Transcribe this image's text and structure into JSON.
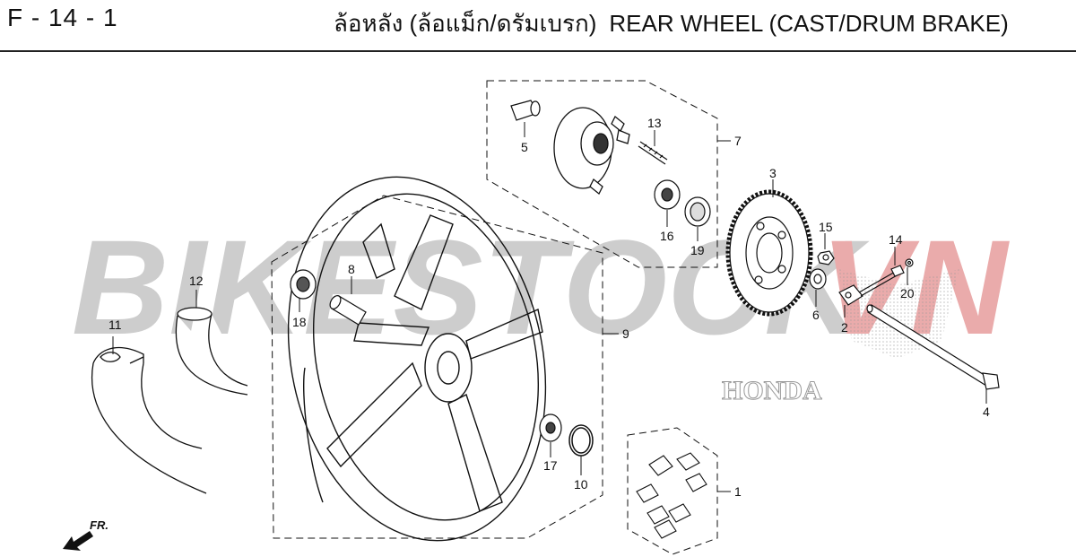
{
  "header": {
    "code": "F - 14 - 1",
    "title_th": "ล้อหลัง (ล้อแม็ก/ดรัมเบรก)",
    "title_en": "REAR WHEEL (CAST/DRUM BRAKE)"
  },
  "watermark": {
    "text_main": "BIKESTOCK",
    "text_accent": "VN",
    "logo_text": "HONDA",
    "main_color": "#c8c8c8",
    "accent_color": "#e8a3a3"
  },
  "direction": {
    "label": "FR."
  },
  "callouts": {
    "c1": "1",
    "c2": "2",
    "c3": "3",
    "c4": "4",
    "c5": "5",
    "c6": "6",
    "c7": "7",
    "c8": "8",
    "c9": "9",
    "c10": "10",
    "c11": "11",
    "c12": "12",
    "c13": "13",
    "c14": "14",
    "c15": "15",
    "c16": "16",
    "c17": "17",
    "c18": "18",
    "c19": "19",
    "c20": "20"
  }
}
